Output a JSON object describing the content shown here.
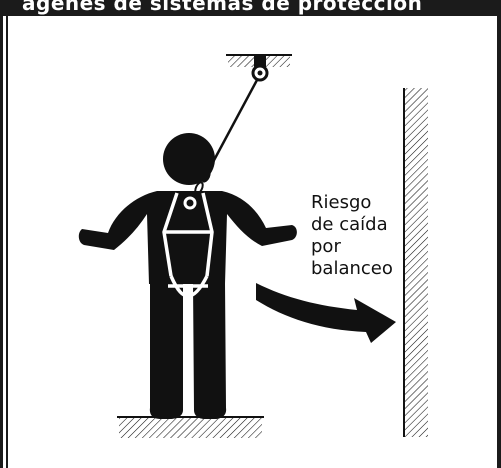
{
  "header": {
    "title": "ágenes de sistemas de protección"
  },
  "colors": {
    "ink": "#111111",
    "bar": "#1b1b1b",
    "background": "#ffffff"
  },
  "caption": {
    "lines": [
      "Riesgo",
      "de caída",
      "por",
      "balanceo"
    ]
  }
}
